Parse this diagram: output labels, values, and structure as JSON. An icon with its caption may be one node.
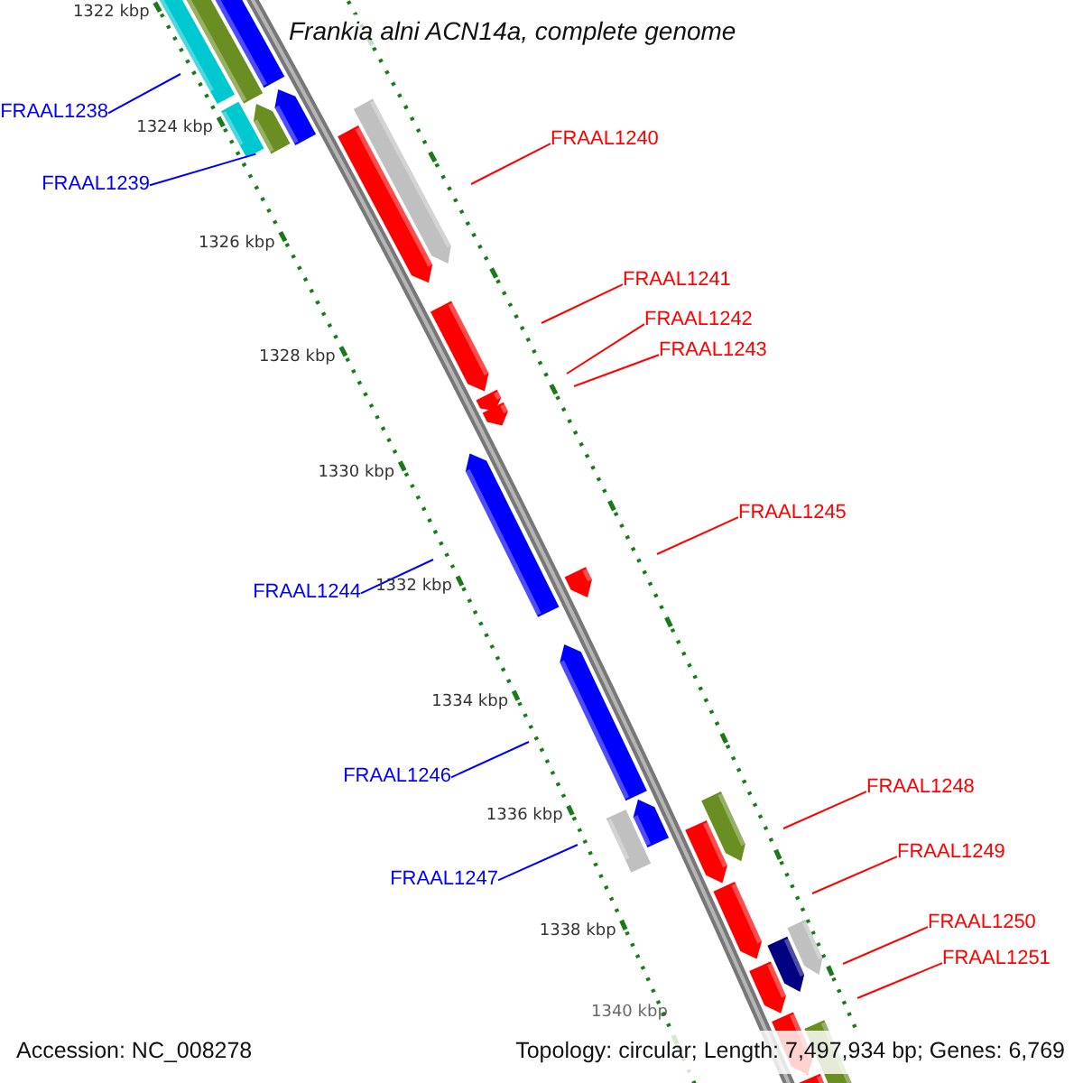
{
  "diagram": {
    "title": "Frankia alni ACN14a, complete genome",
    "nodes": [
      {
        "text": [
          "FRAAL1238"
        ]
      },
      {
        "text": [
          "FRAAL1239"
        ]
      },
      {
        "text": [
          "FRAAL1240"
        ]
      },
      {
        "text": [
          "FRAAL1241"
        ]
      },
      {
        "text": [
          "FRAAL1242"
        ]
      },
      {
        "text": [
          "FRAAL1243"
        ]
      },
      {
        "text": [
          "FRAAL1244"
        ]
      },
      {
        "text": [
          "FRAAL1245"
        ]
      },
      {
        "text": [
          "FRAAL1246"
        ]
      },
      {
        "text": [
          "FRAAL1247"
        ]
      },
      {
        "text": [
          "FRAAL1248"
        ]
      },
      {
        "text": [
          "FRAAL1249"
        ]
      },
      {
        "text": [
          "FRAAL1250"
        ]
      },
      {
        "text": [
          "FRAAL1251"
        ]
      },
      {
        "text": [],
        "shape": "bar"
      }
    ],
    "edges": [
      {
        "from": 0,
        "to": null,
        "arrow": "none",
        "color": "#0000ff"
      },
      {
        "from": 1,
        "to": 14,
        "arrow": "none",
        "color": "#0000ff"
      },
      {
        "from": 2,
        "to": null,
        "arrow": "none"
      },
      {
        "from": 3,
        "to": null,
        "arrow": "none"
      },
      {
        "from": 4,
        "to": null,
        "arrow": "none"
      },
      {
        "from": 5,
        "to": null,
        "arrow": "none"
      },
      {
        "from": 6,
        "to": null,
        "arrow": "none",
        "color": "#0000ff"
      },
      {
        "from": 7,
        "to": null,
        "arrow": "none"
      },
      {
        "from": 8,
        "to": null,
        "arrow": "none",
        "color": "#0000ff"
      },
      {
        "from": 9,
        "to": null,
        "arrow": "none",
        "color": "#0000ff"
      },
      {
        "from": 10,
        "to": null,
        "arrow": "none"
      },
      {
        "from": 11,
        "to": null,
        "arrow": "none"
      },
      {
        "from": 12,
        "to": null,
        "arrow": "none"
      },
      {
        "from": 13,
        "to": null,
        "arrow": "none"
      }
    ],
    "labels": [
      "1322 kbp",
      "1324 kbp",
      "1326 kbp",
      "1328 kbp",
      "1330 kbp",
      "1332 kbp",
      "1334 kbp",
      "1336 kbp",
      "1338 kbp",
      "1340 kbp",
      "Accession: NC_008278",
      "Topology: circular; Length: 7,497,934 bp; Genes: 6,769"
    ]
  }
}
